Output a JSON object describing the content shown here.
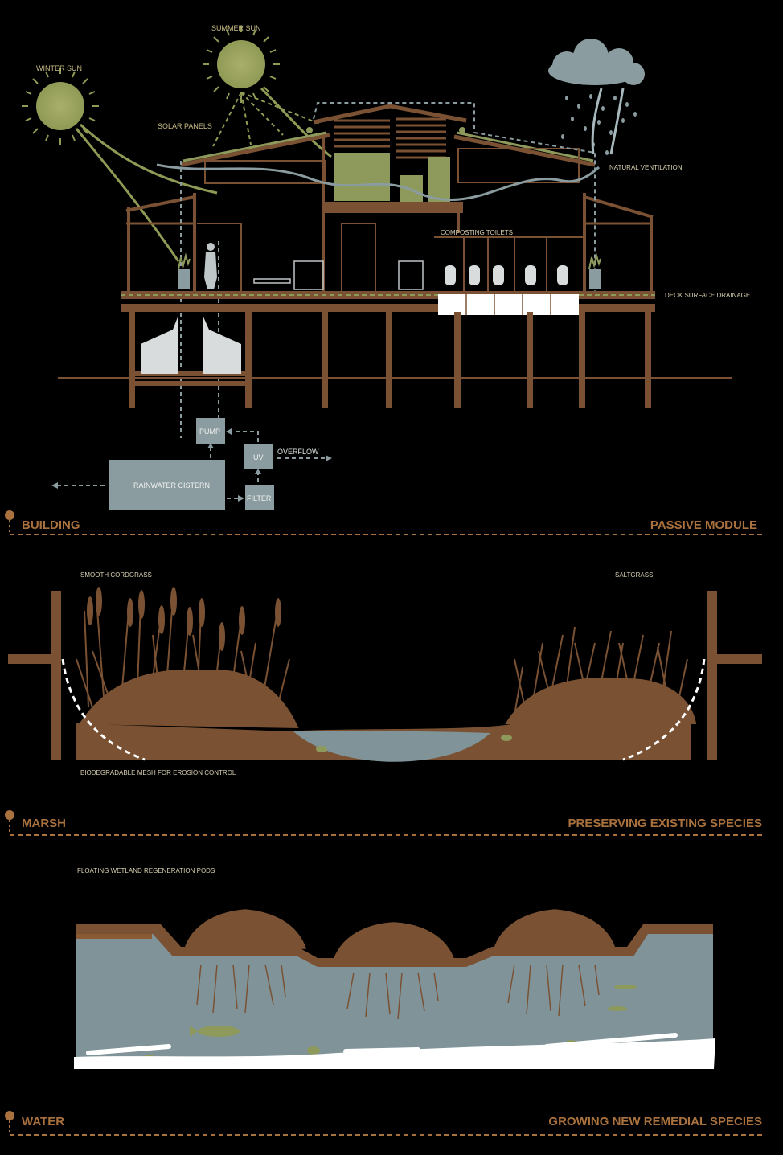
{
  "building": {
    "labels": {
      "winter_sun": "WINTER SUN",
      "summer_sun": "SUMMER SUN",
      "solar_panels": "SOLAR PANELS",
      "natural_ventilation": "NATURAL VENTILATION",
      "composting_toilets": "COMPOSTING TOILETS",
      "deck_drainage": "DECK SURFACE DRAINAGE",
      "pump": "PUMP",
      "uv": "UV",
      "overflow": "OVERFLOW",
      "cistern": "RAINWATER CISTERN",
      "filter": "FILTER"
    },
    "section_left": "BUILDING",
    "section_right": "PASSIVE MODULE"
  },
  "marsh": {
    "labels": {
      "cordgrass": "SMOOTH CORDGRASS",
      "saltgrass": "SALTGRASS",
      "mesh": "BIODEGRADABLE MESH FOR EROSION CONTROL"
    },
    "section_left": "MARSH",
    "section_right": "PRESERVING EXISTING SPECIES"
  },
  "water": {
    "labels": {
      "pods": "FLOATING WETLAND REGENERATION PODS"
    },
    "section_left": "WATER",
    "section_right": "GROWING NEW REMEDIAL SPECIES"
  },
  "colors": {
    "brown": "#7a5233",
    "tan": "#a9713e",
    "green": "#8d9a5c",
    "water": "#7f9399",
    "grey_box": "#8a9c9f"
  }
}
